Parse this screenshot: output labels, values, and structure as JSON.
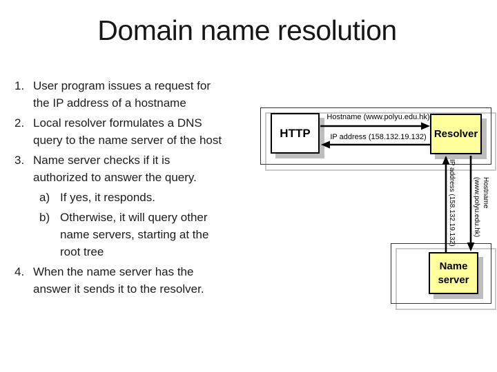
{
  "slide": {
    "title": "Domain name resolution"
  },
  "list": {
    "items": [
      {
        "marker": "1.",
        "level": 1,
        "text": "User program issues a request for\nthe IP address of a hostname"
      },
      {
        "marker": "2.",
        "level": 1,
        "text": "Local resolver formulates a DNS\nquery to the name server of the host"
      },
      {
        "marker": "3.",
        "level": 1,
        "text": "Name server checks if it is\nauthorized to answer the query."
      },
      {
        "marker": "a)",
        "level": 2,
        "text": "If yes, it responds."
      },
      {
        "marker": "b)",
        "level": 2,
        "text": "Otherwise, it will query other\nname servers, starting at the\nroot tree"
      },
      {
        "marker": "4.",
        "level": 1,
        "text": "When the name server has the\nanswer it sends it to the resolver."
      }
    ]
  },
  "diagram": {
    "nodes": {
      "http": "HTTP",
      "resolver": "Resolver",
      "name_server": "Name server"
    },
    "edges": {
      "hostname_label": "Hostname (www.polyu.edu.hk)",
      "ip_label": "IP address (158.132.19.132)",
      "vertical_ip_label": "IP address (158.132.19.132)",
      "vertical_hostname_label": "Hostname (www.polyu.edu.hk)"
    },
    "colors": {
      "node_fill_yellow": "#ffff9c",
      "node_fill_white": "#ffffff",
      "box_shadow_gray": "#bdbdbd",
      "container_border": "#333333",
      "arrow_black": "#000000"
    }
  }
}
